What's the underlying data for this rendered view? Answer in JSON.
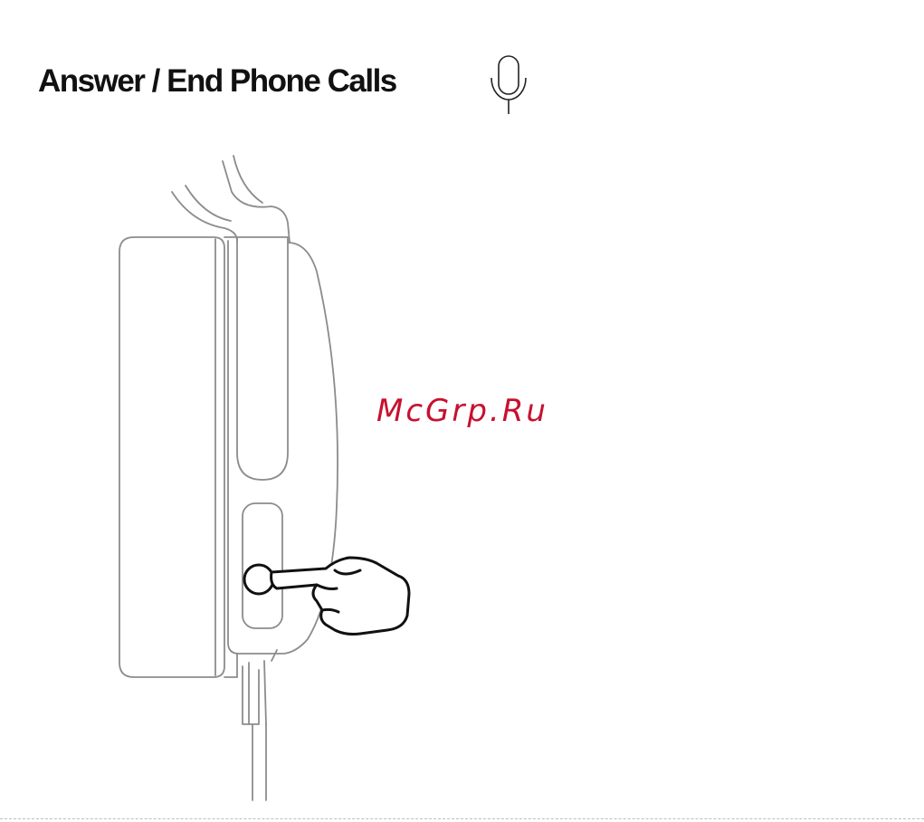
{
  "page": {
    "title": "Answer / End Phone Calls",
    "icon": "microphone-icon",
    "illustration": "headphone-button-press",
    "watermark": "McGrp.Ru"
  }
}
